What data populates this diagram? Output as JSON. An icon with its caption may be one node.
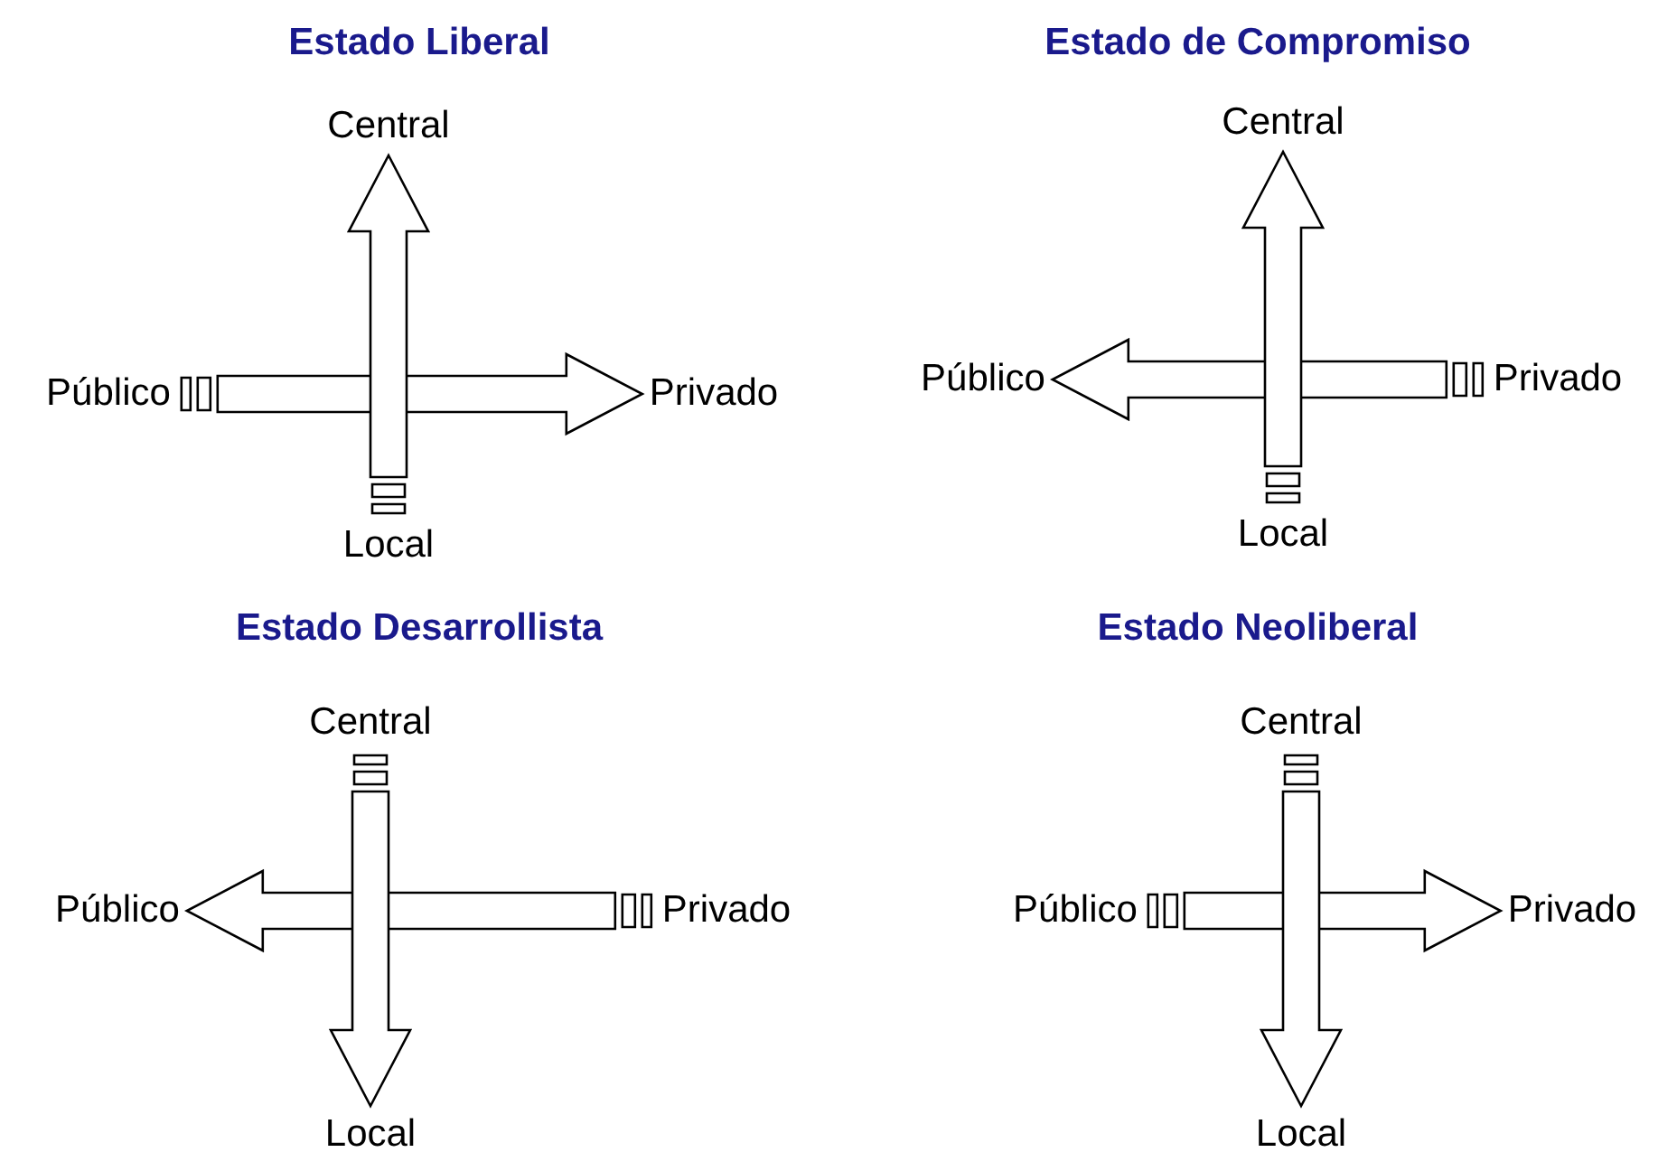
{
  "diagram": {
    "nodes": [
      {
        "text": [
          "Estado Liberal"
        ]
      },
      {
        "text": [
          "Central"
        ],
        "in": 0
      },
      {
        "text": [
          "Público"
        ],
        "in": 0
      },
      {
        "text": [
          "Privado"
        ],
        "in": 0
      },
      {
        "text": [
          "Local"
        ],
        "in": 0
      },
      {
        "text": [
          "Estado de Compromiso"
        ]
      },
      {
        "text": [
          "Central"
        ],
        "in": 5
      },
      {
        "text": [
          "Público"
        ],
        "in": 5
      },
      {
        "text": [
          "Privado"
        ],
        "in": 5
      },
      {
        "text": [
          "Local"
        ],
        "in": 5
      },
      {
        "text": [
          "Estado Desarrollista"
        ]
      },
      {
        "text": [
          "Central"
        ],
        "in": 10
      },
      {
        "text": [
          "Público"
        ],
        "in": 10
      },
      {
        "text": [
          "Privado"
        ],
        "in": 10
      },
      {
        "text": [
          "Local"
        ],
        "in": 10
      },
      {
        "text": [
          "Estado Neoliberal"
        ]
      },
      {
        "text": [
          "Central"
        ],
        "in": 15
      },
      {
        "text": [
          "Público"
        ],
        "in": 15
      },
      {
        "text": [
          "Privado"
        ],
        "in": 15
      },
      {
        "text": [
          "Local"
        ],
        "in": 15
      }
    ],
    "edges": [
      {
        "from": 2,
        "to": 3,
        "arrow": "to"
      },
      {
        "from": 4,
        "to": 1,
        "arrow": "to"
      },
      {
        "from": 8,
        "to": 7,
        "arrow": "to"
      },
      {
        "from": 9,
        "to": 6,
        "arrow": "to"
      },
      {
        "from": 13,
        "to": 12,
        "arrow": "to"
      },
      {
        "from": 11,
        "to": 14,
        "arrow": "to"
      },
      {
        "from": 17,
        "to": 18,
        "arrow": "to"
      },
      {
        "from": 16,
        "to": 19,
        "arrow": "to"
      }
    ]
  }
}
